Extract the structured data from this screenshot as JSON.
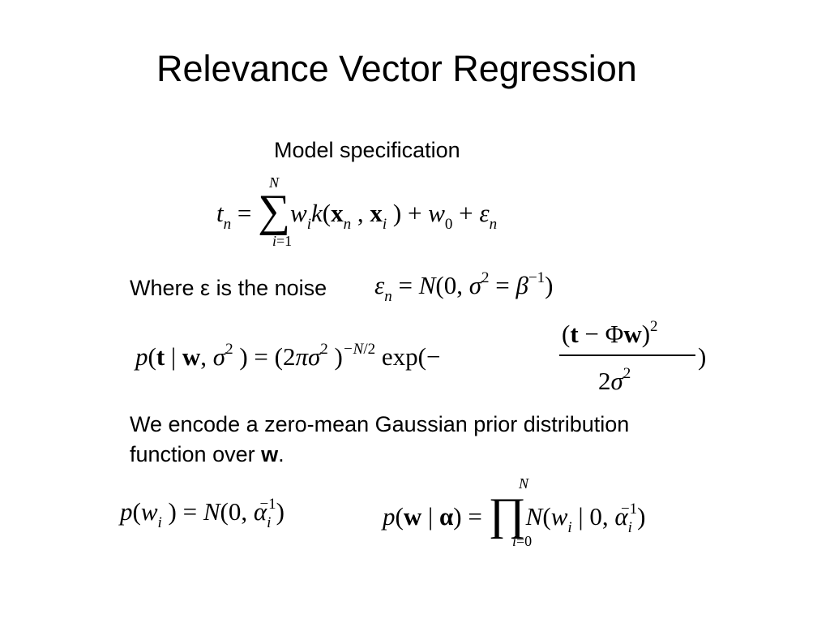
{
  "slide": {
    "title": "Relevance Vector Regression",
    "model_spec_label": "Model specification",
    "noise_label": "Where ε is the noise",
    "prior_text_line1": "We encode a zero-mean Gaussian prior distribution",
    "prior_text_line2_prefix": "function over ",
    "prior_text_bold": "w",
    "prior_text_suffix": "."
  }
}
